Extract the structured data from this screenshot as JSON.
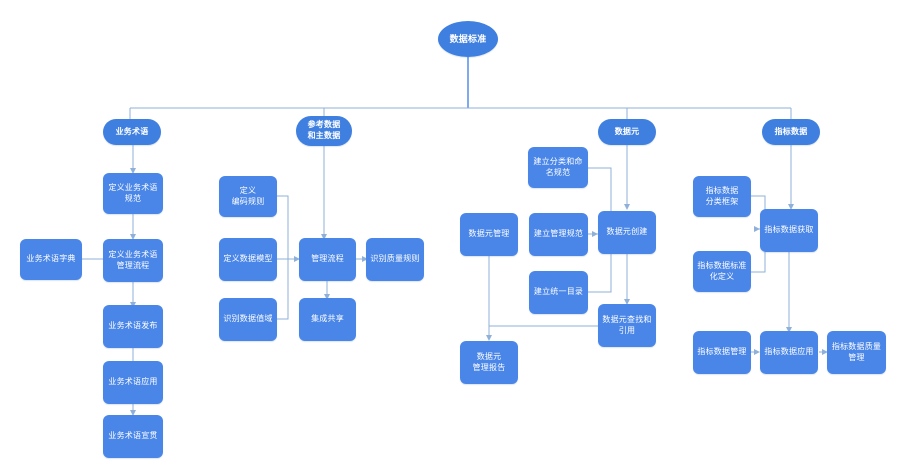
{
  "diagram": {
    "title": "数据标准",
    "type": "tree-flowchart",
    "colors": {
      "node_fill": "#4a86e8",
      "root_fill": "#3f7fe0",
      "node_text": "#ffffff",
      "link_stroke": "#8fb0d8",
      "trunk_stroke": "#4a86e8",
      "background": "#ffffff"
    },
    "root": {
      "label": "数据标准"
    },
    "branches": [
      {
        "name": "business-terms",
        "label": "业务术语",
        "nodes": [
          {
            "name": "define-business-term-spec",
            "label": "定义业务术语\n规范"
          },
          {
            "name": "business-term-dictionary",
            "label": "业务术语字典"
          },
          {
            "name": "define-business-term-process",
            "label": "定义业务术语\n管理流程"
          },
          {
            "name": "business-term-publish",
            "label": "业务术语发布"
          },
          {
            "name": "business-term-apply",
            "label": "业务术语应用"
          },
          {
            "name": "business-term-promote",
            "label": "业务术语宣贯"
          }
        ]
      },
      {
        "name": "reference-master-data",
        "label": "参考数据\n和主数据",
        "nodes": [
          {
            "name": "define-coding-rules",
            "label": "定义\n编码规则"
          },
          {
            "name": "define-data-model",
            "label": "定义数据模型"
          },
          {
            "name": "identify-data-domain",
            "label": "识别数据值域"
          },
          {
            "name": "management-process",
            "label": "管理流程"
          },
          {
            "name": "identify-quality-rules",
            "label": "识别质量规则"
          },
          {
            "name": "integration-sharing",
            "label": "集成共享"
          }
        ]
      },
      {
        "name": "data-element",
        "label": "数据元",
        "nodes": [
          {
            "name": "establish-classification-naming",
            "label": "建立分类和命\n名规范"
          },
          {
            "name": "establish-management-spec",
            "label": "建立管理规范"
          },
          {
            "name": "establish-unified-catalog",
            "label": "建立统一目录"
          },
          {
            "name": "data-element-management",
            "label": "数据元管理"
          },
          {
            "name": "data-element-create",
            "label": "数据元创建"
          },
          {
            "name": "data-element-search-reference",
            "label": "数据元查找和\n引用"
          },
          {
            "name": "data-element-management-report",
            "label": "数据元\n管理报告"
          }
        ]
      },
      {
        "name": "indicator-data",
        "label": "指标数据",
        "nodes": [
          {
            "name": "indicator-classification-framework",
            "label": "指标数据\n分类框架"
          },
          {
            "name": "indicator-standardized-definition",
            "label": "指标数据标准\n化定义"
          },
          {
            "name": "indicator-data-acquire",
            "label": "指标数据获取"
          },
          {
            "name": "indicator-data-management",
            "label": "指标数据管理"
          },
          {
            "name": "indicator-data-apply",
            "label": "指标数据应用"
          },
          {
            "name": "indicator-data-quality-management",
            "label": "指标数据质量\n管理"
          }
        ]
      }
    ]
  }
}
